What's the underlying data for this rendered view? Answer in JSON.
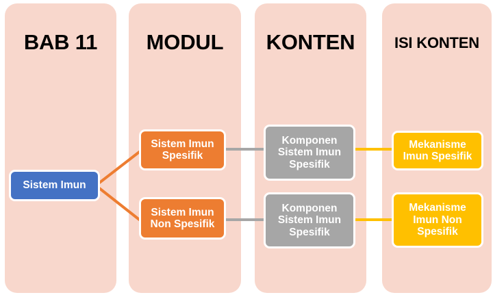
{
  "diagram": {
    "background_color": "#ffffff",
    "panel_color": "#f8d7cc",
    "columns": [
      {
        "id": "bab",
        "title": "BAB 11"
      },
      {
        "id": "modul",
        "title": "MODUL"
      },
      {
        "id": "konten",
        "title": "KONTEN"
      },
      {
        "id": "isi-konten",
        "title": "ISI KONTEN"
      }
    ],
    "nodes": {
      "root": {
        "label": "Sistem Imun",
        "color": "#4472c4"
      },
      "modul_1": {
        "label": "Sistem Imun\nSpesifik",
        "color": "#ed7d31"
      },
      "modul_2": {
        "label": "Sistem Imun\nNon Spesifik",
        "color": "#ed7d31"
      },
      "konten_1": {
        "label": "Komponen\nSistem Imun\nSpesifik",
        "color": "#a6a6a6"
      },
      "konten_2": {
        "label": "Komponen\nSistem Imun\nSpesifik",
        "color": "#a6a6a6"
      },
      "isi_1": {
        "label": "Mekanisme\nImun Spesifik",
        "color": "#ffc000"
      },
      "isi_2": {
        "label": "Mekanisme\nImun Non\nSpesifik",
        "color": "#ffc000"
      }
    },
    "connectors": [
      {
        "id": "root-to-modul-1",
        "from": "root",
        "to": "modul_1",
        "style": "diagonal",
        "color": "#ed7d31"
      },
      {
        "id": "root-to-modul-2",
        "from": "root",
        "to": "modul_2",
        "style": "diagonal",
        "color": "#ed7d31"
      },
      {
        "id": "modul-1-to-konten-1",
        "from": "modul_1",
        "to": "konten_1",
        "style": "horizontal",
        "color": "#a6a6a6"
      },
      {
        "id": "modul-2-to-konten-2",
        "from": "modul_2",
        "to": "konten_2",
        "style": "horizontal",
        "color": "#a6a6a6"
      },
      {
        "id": "konten-1-to-isi-1",
        "from": "konten_1",
        "to": "isi_1",
        "style": "horizontal",
        "color": "#ffc000"
      },
      {
        "id": "konten-2-to-isi-2",
        "from": "konten_2",
        "to": "isi_2",
        "style": "horizontal",
        "color": "#ffc000"
      }
    ]
  }
}
